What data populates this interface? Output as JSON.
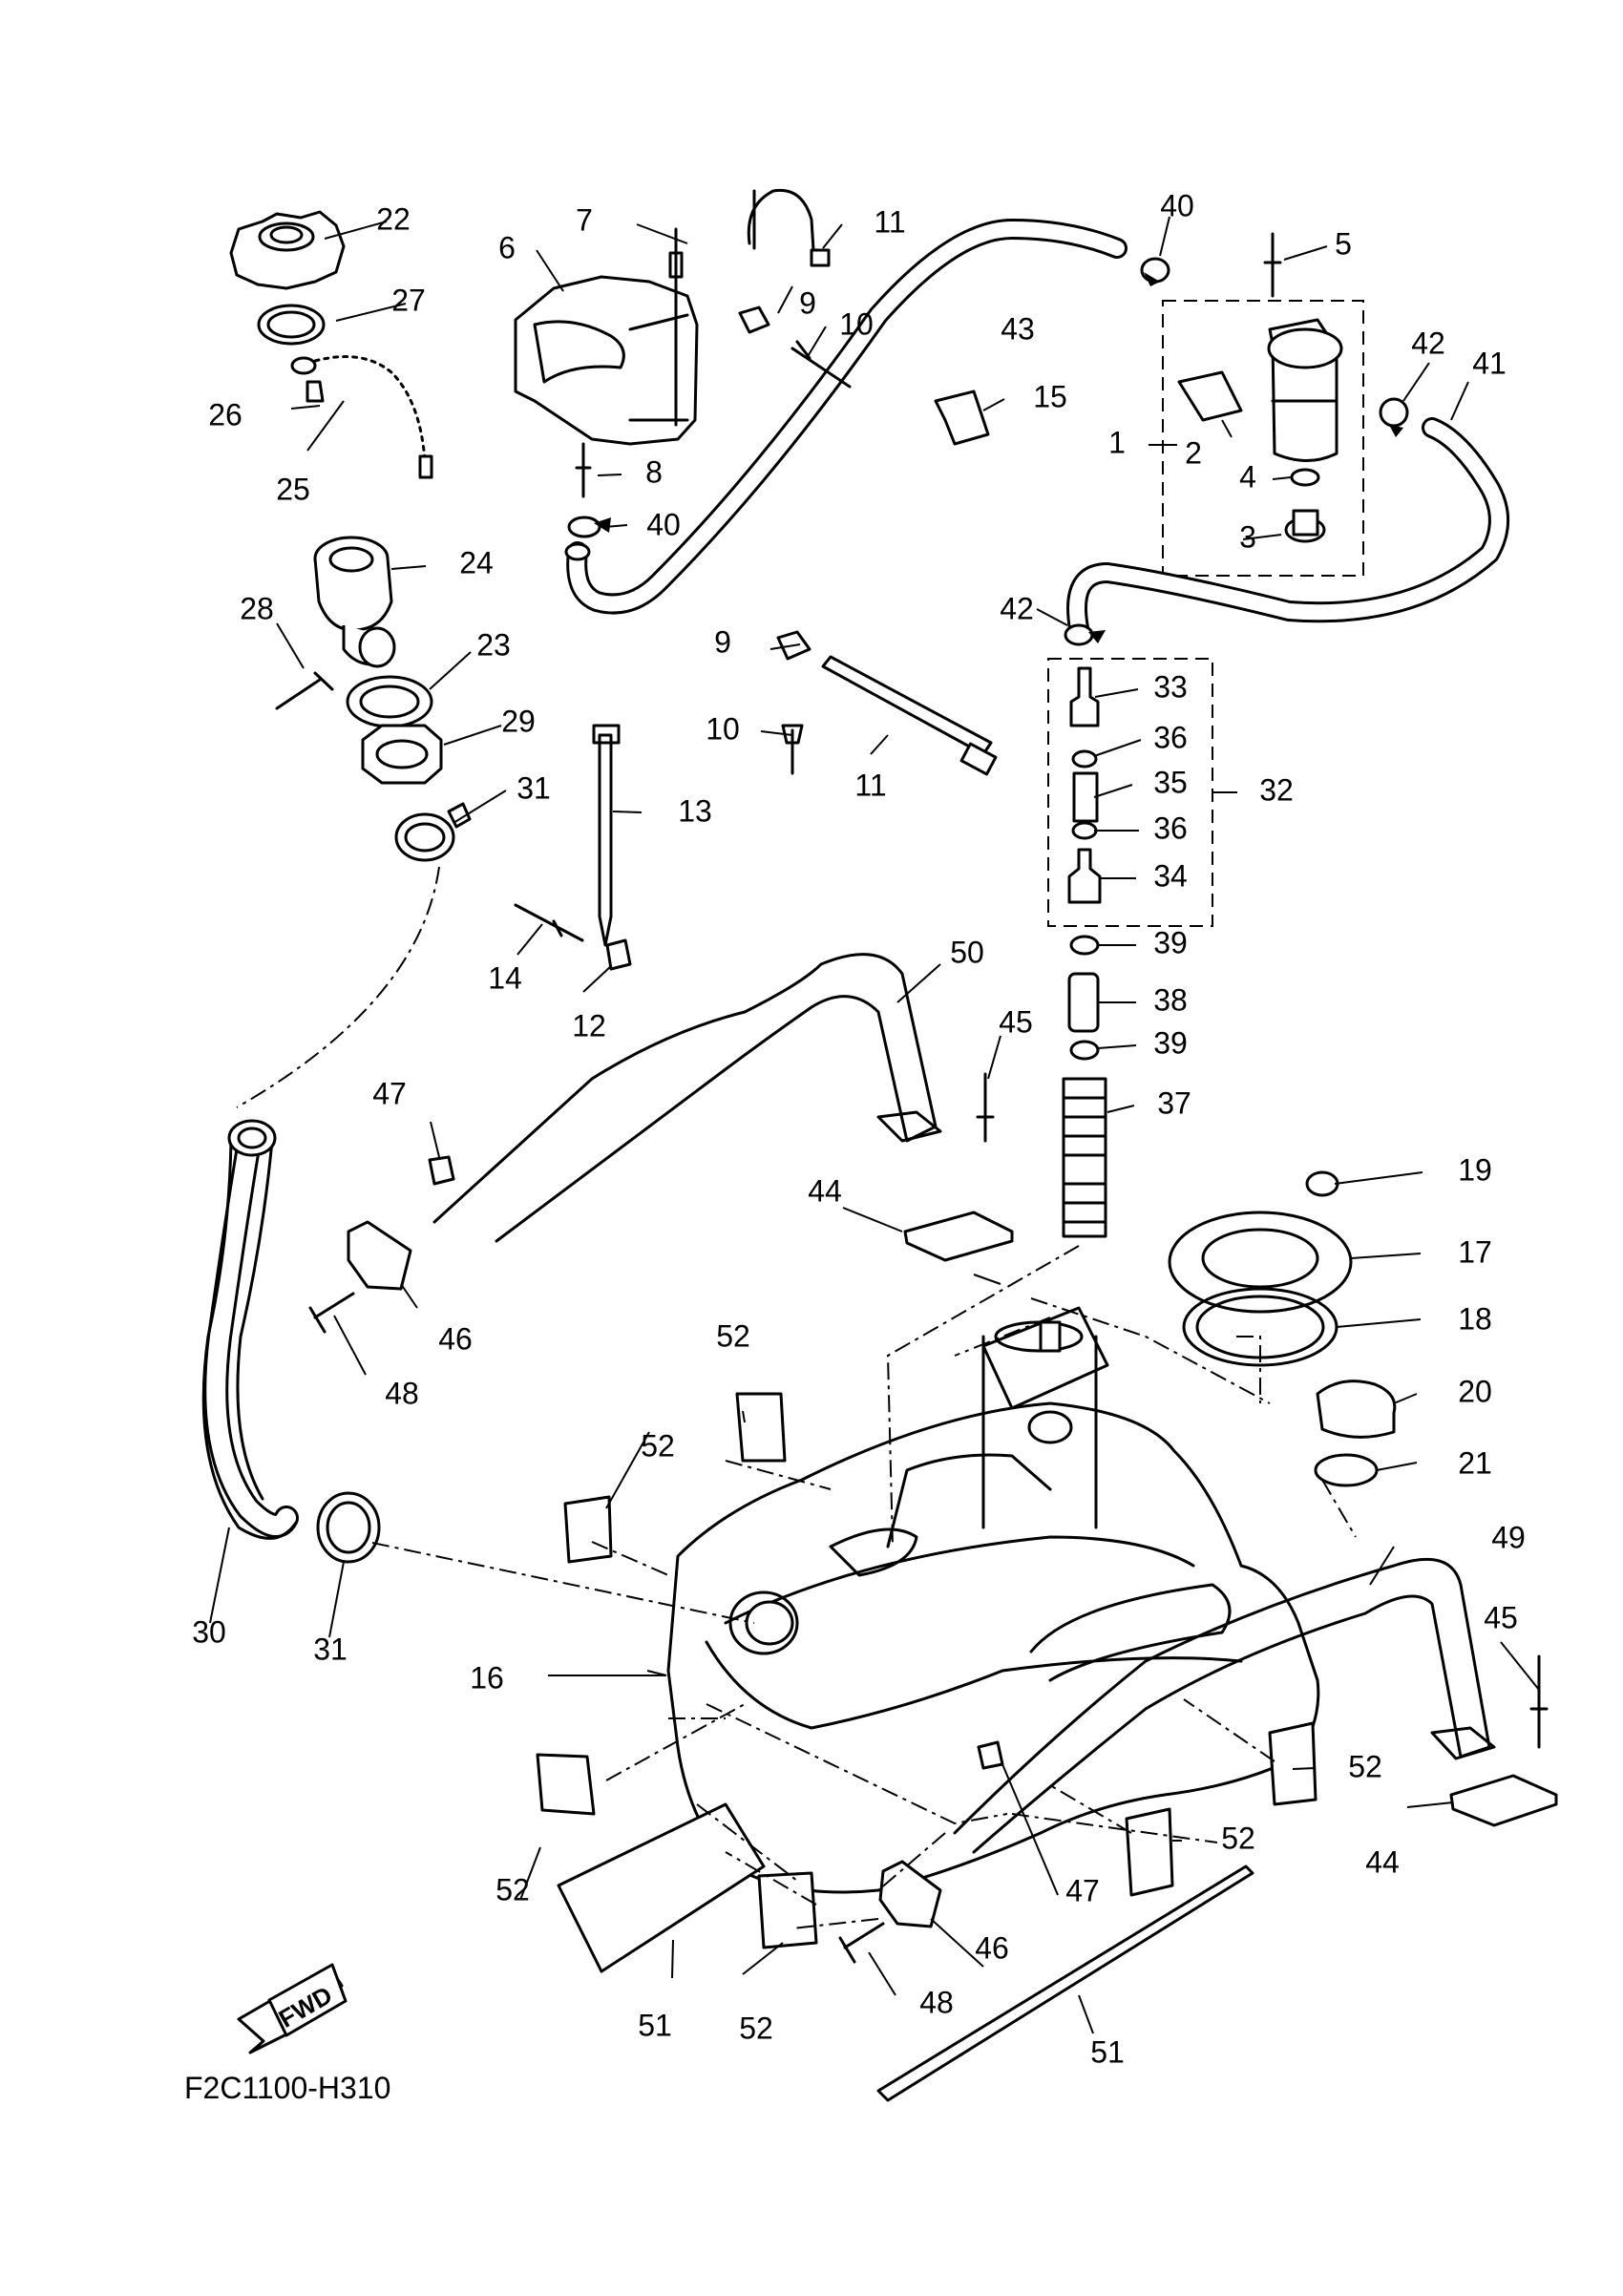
{
  "diagram": {
    "drawing_code": "F2C1100-H310",
    "fwd_label": "FWD",
    "callouts": [
      "1",
      "2",
      "3",
      "4",
      "5",
      "6",
      "7",
      "8",
      "9",
      "10",
      "11",
      "12",
      "13",
      "14",
      "15",
      "16",
      "17",
      "18",
      "19",
      "20",
      "21",
      "22",
      "23",
      "24",
      "25",
      "26",
      "27",
      "28",
      "29",
      "30",
      "31",
      "32",
      "33",
      "34",
      "35",
      "36",
      "37",
      "38",
      "39",
      "40",
      "41",
      "42",
      "43",
      "44",
      "45",
      "46",
      "47",
      "48",
      "49",
      "50",
      "51",
      "52"
    ]
  }
}
